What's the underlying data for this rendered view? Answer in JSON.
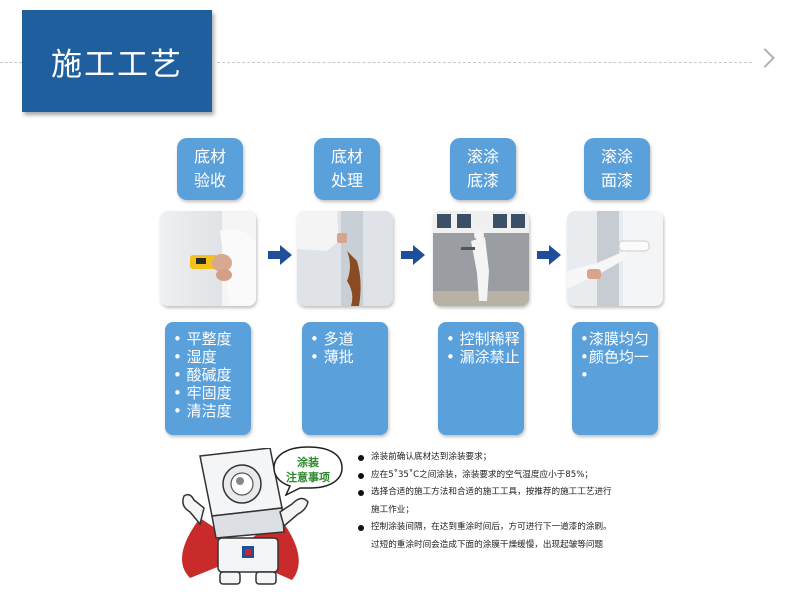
{
  "header": {
    "title": "施工工艺"
  },
  "steps": [
    {
      "title_line1": "底材",
      "title_line2": "验收",
      "points": [
        "• 平整度",
        "• 湿度",
        "• 酸碱度",
        "• 牢固度",
        "• 清洁度"
      ]
    },
    {
      "title_line1": "底材",
      "title_line2": "处理",
      "points": [
        "• 多道",
        "• 薄批"
      ]
    },
    {
      "title_line1": "滚涂",
      "title_line2": "底漆",
      "points": [
        "• 控制稀释",
        "• 漏涂禁止"
      ]
    },
    {
      "title_line1": "滚涂",
      "title_line2": "面漆",
      "points": [
        "•漆膜均匀",
        "•颜色均一",
        "•"
      ]
    }
  ],
  "bubble": {
    "line1": "涂装",
    "line2": "注意事项"
  },
  "notes": [
    "涂装前确认底材达到涂装要求；",
    "应在5˚35˚C之间涂装，涂装要求的空气湿度应小于85%；",
    "选择合适的施工方法和合适的施工工具，按推荐的施工工艺进行",
    "施工作业；",
    "控制涂装间隔，在达到重涂时间后，方可进行下一道漆的涂刷。",
    "过短的重涂时间会造成下面的涂膜干燥缓慢，出现起皱等问题"
  ],
  "colors": {
    "header_bg": "#1f5f9e",
    "step_box": "#5aa0db",
    "arrow": "#1f4f9a",
    "bubble_text": "#2d8a2d"
  }
}
